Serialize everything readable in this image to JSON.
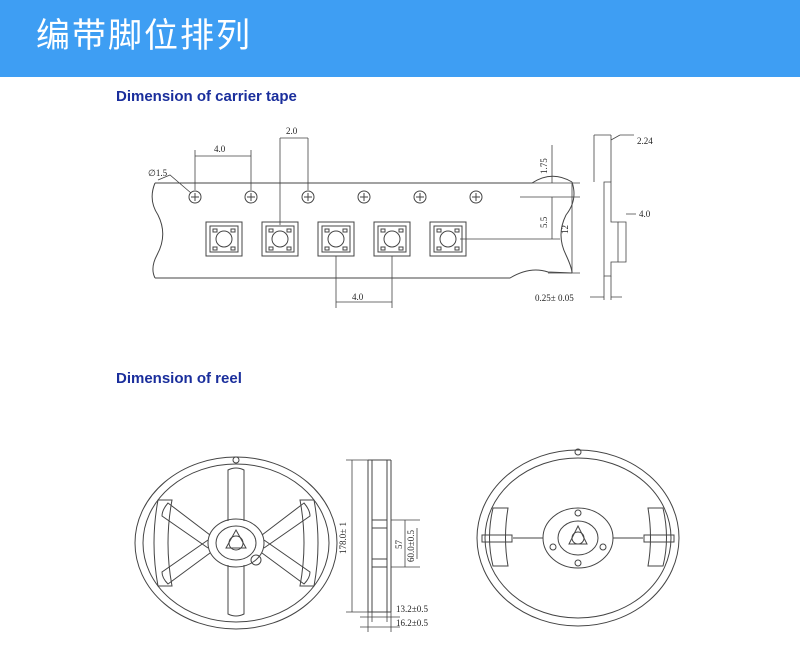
{
  "header": {
    "title": "编带脚位排列",
    "bg": "#3e9ef3"
  },
  "carrier_tape": {
    "title": "Dimension of carrier tape",
    "dims": {
      "hole_diameter": "∅1.5",
      "hole_pitch": "4.0",
      "hole_to_pocket": "2.0",
      "pocket_pitch": "4.0",
      "edge_to_hole": "1.75",
      "hole_to_center": "5.5",
      "tape_width": "12",
      "pocket_depth": "2.24",
      "cover_height": "4.0",
      "thickness": "0.25± 0.05"
    }
  },
  "reel": {
    "title": "Dimension of reel",
    "dims": {
      "outer_diameter": "178.0± 1",
      "hub_inner": "57",
      "hub_outer": "60.0±0.5",
      "inner_width": "13.2±0.5",
      "outer_width": "16.2±0.5"
    }
  }
}
